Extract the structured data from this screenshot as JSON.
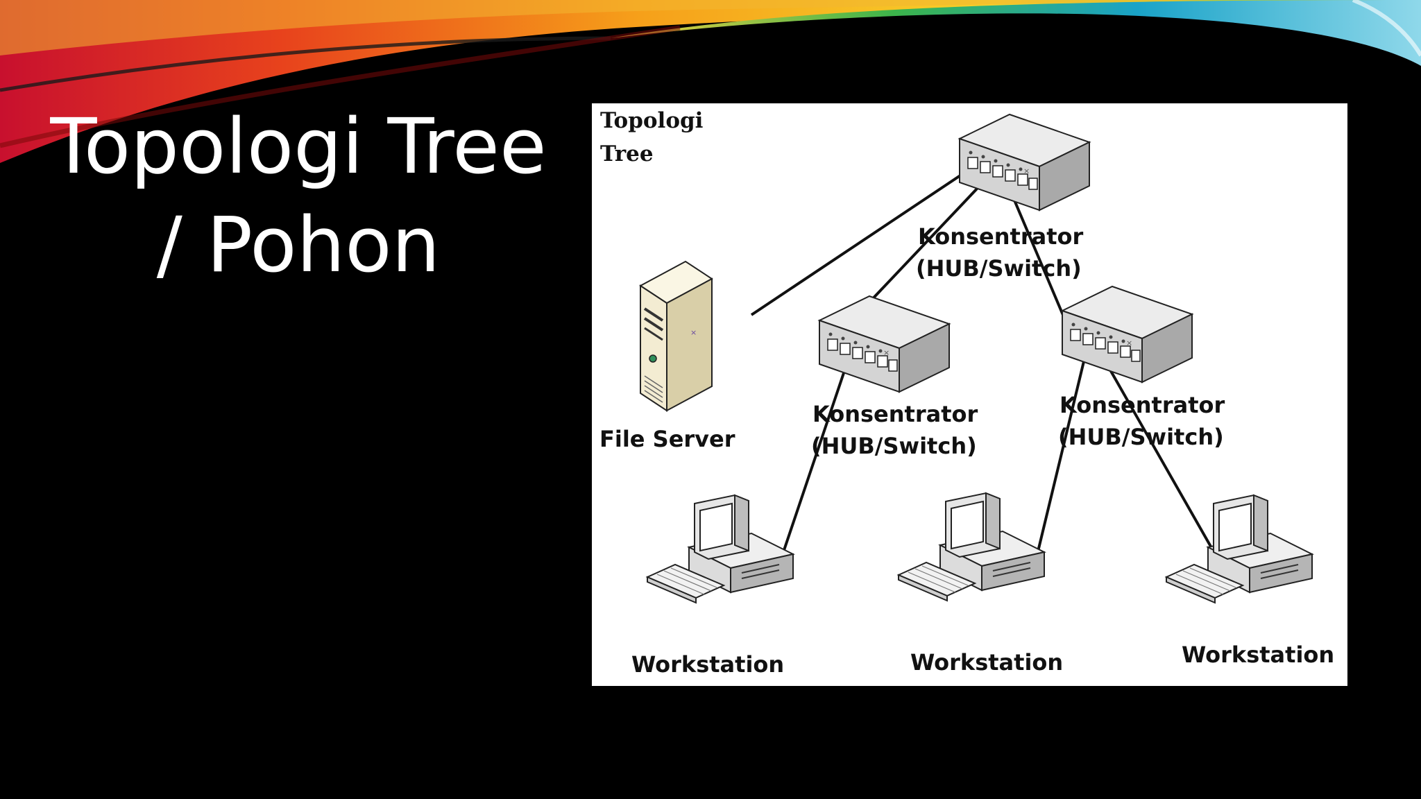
{
  "slide": {
    "title_line1": "Topologi Tree",
    "title_line2": "/ Pohon"
  },
  "diagram": {
    "caption_line1": "Topologi",
    "caption_line2": "Tree",
    "root_switch": {
      "label_line1": "Konsentrator",
      "label_line2": "(HUB/Switch)"
    },
    "left_switch": {
      "label_line1": "Konsentrator",
      "label_line2": "(HUB/Switch)"
    },
    "right_switch": {
      "label_line1": "Konsentrator",
      "label_line2": "(HUB/Switch)"
    },
    "file_server": {
      "label": "File Server"
    },
    "workstations": [
      {
        "label": "Workstation"
      },
      {
        "label": "Workstation"
      },
      {
        "label": "Workstation"
      }
    ]
  },
  "colors": {
    "background": "#000000",
    "panel": "#ffffff",
    "server_beige": "#f3ecd2",
    "switch_gray": "#d4d4d4",
    "pc_gray": "#e6e6e6",
    "link_line": "#111111"
  }
}
